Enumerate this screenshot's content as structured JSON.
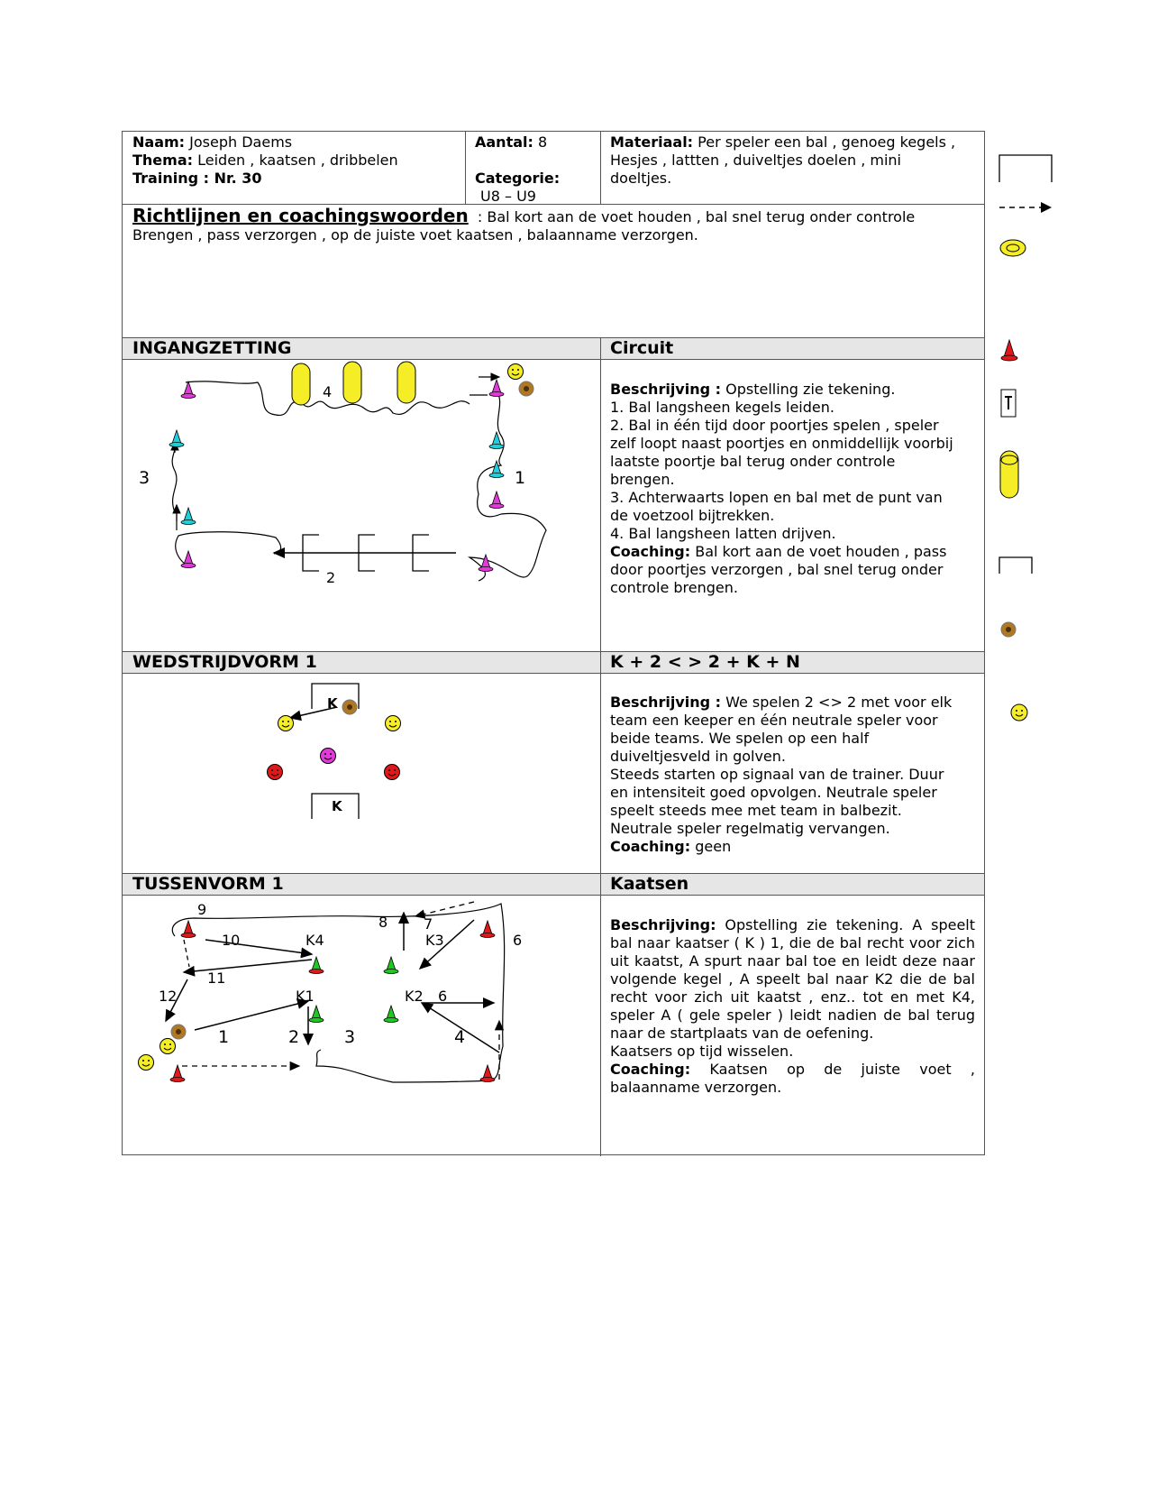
{
  "header": {
    "naam_label": "Naam:",
    "naam": "Joseph Daems",
    "thema_label": "Thema:",
    "thema": " Leiden , kaatsen , dribbelen",
    "training_label": "Training : Nr. 30",
    "aantal_label": "Aantal:",
    "aantal": "8",
    "categorie_label": "Categorie:",
    "categorie": "U8 – U9",
    "materiaal_label": "Materiaal:",
    "materiaal_line1": "Per speler een bal , genoeg kegels ,",
    "materiaal_line2": "Hesjes , lattten , duiveltjes doelen , mini",
    "materiaal_line3": "doeltjes."
  },
  "richtlijnen": {
    "title": "Richtlijnen en coachingswoorden",
    "line1": ": Bal kort aan de voet houden , bal snel terug onder controle",
    "line2": "Brengen ,  pass verzorgen , op de juiste voet kaatsen , balaanname verzorgen."
  },
  "ingangzetting": {
    "title": "INGANGZETTING",
    "right_title": "Circuit",
    "besch_label": "Beschrijving :",
    "lines": [
      " Opstelling zie tekening.",
      "1. Bal  langsheen kegels leiden.",
      "2. Bal in één tijd door poortjes spelen , speler",
      "zelf loopt naast poortjes en onmiddellijk voorbij",
      "laatste poortje bal terug onder controle",
      "brengen.",
      "3. Achterwaarts lopen en bal met de punt van",
      "de voetzool bijtrekken.",
      "4. Bal langsheen latten drijven."
    ],
    "coaching_label": "Coaching:",
    "coaching_lines": [
      "  Bal kort aan de voet houden , pass",
      "door poortjes verzorgen , bal snel terug onder",
      "controle brengen."
    ],
    "num1": "1",
    "num2": "2",
    "num3": "3",
    "num4": "4"
  },
  "wedstrijdvorm": {
    "title": "WEDSTRIJDVORM 1",
    "right_title": "K + 2 < > 2 + K + N",
    "besch_label": "Beschrijving :",
    "lines": [
      " We spelen 2 <> 2  met voor elk",
      "team  een keeper en één neutrale speler voor",
      "beide teams. We spelen op een half",
      "duiveltjesveld  in golven.",
      "Steeds starten op signaal van de trainer. Duur",
      "en intensiteit goed opvolgen.  Neutrale speler",
      "speelt steeds mee met team in balbezit.",
      "Neutrale speler regelmatig vervangen."
    ],
    "coaching_label": "Coaching:",
    "coaching": "  geen",
    "keeper": "K"
  },
  "tussenvorm": {
    "title": "TUSSENVORM 1",
    "right_title": "Kaatsen",
    "besch_label": "Beschrijving:",
    "text": " Opstelling zie tekening. A speelt bal naar kaatser ( K ) 1, die de bal recht voor zich uit kaatst, A spurt naar bal toe en leidt deze naar volgende kegel , A speelt bal naar K2 die de bal recht voor zich uit kaatst , enz.. tot en met K4, speler A ( gele speler ) leidt nadien de bal terug naar de startplaats van de oefening.",
    "line_extra": "Kaatsers op tijd wisselen.",
    "coaching_label": "Coaching:",
    "coaching": "   Kaatsen op de juiste voet , balaanname verzorgen.",
    "labels": [
      "9",
      "10",
      "K4",
      "8",
      "7",
      "K3",
      "6",
      "11",
      "12",
      "K1",
      "K2",
      "6",
      "1",
      "2",
      "3",
      "4"
    ]
  },
  "colors": {
    "yellow": "#f5ee26",
    "cyan": "#1fd0d8",
    "magenta": "#e23ad8",
    "red": "#e0181a",
    "green": "#1ec81e",
    "band": "#e6e6e6"
  },
  "legend_icons": [
    "goal-icon",
    "dashed-arrow-icon",
    "ring-icon",
    "red-cone-icon",
    "pole-icon",
    "yellow-pole-icon",
    "mini-goal-icon",
    "ball-icon",
    "smiley-icon"
  ]
}
